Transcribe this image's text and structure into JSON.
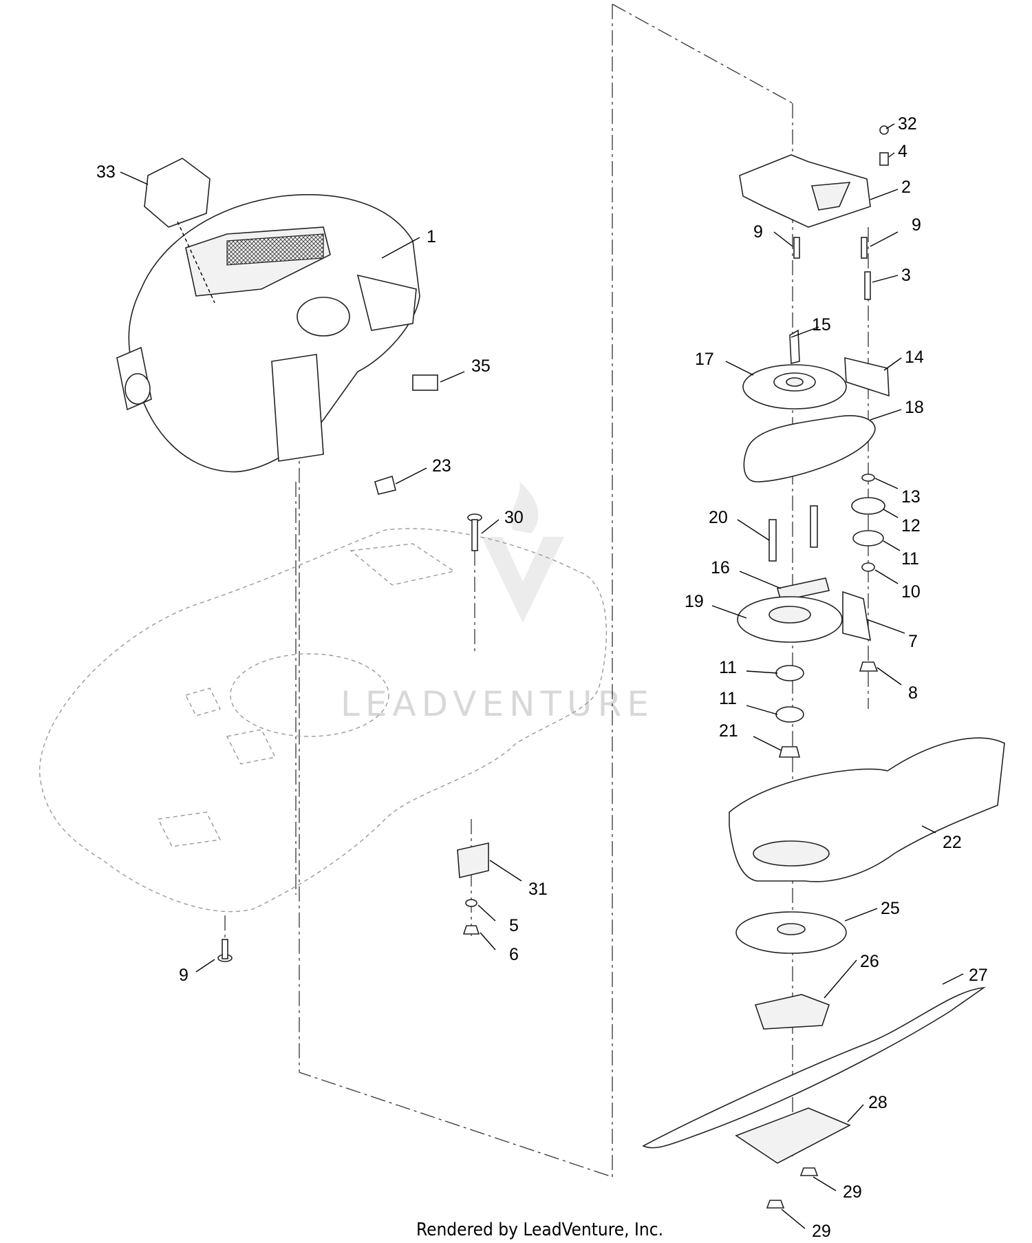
{
  "footer": {
    "text": "Rendered by LeadVenture, Inc."
  },
  "watermark": {
    "text": "LEADVENTURE"
  },
  "callouts": [
    {
      "id": "c33",
      "label": "33"
    },
    {
      "id": "c1",
      "label": "1"
    },
    {
      "id": "c35",
      "label": "35"
    },
    {
      "id": "c23",
      "label": "23"
    },
    {
      "id": "c30",
      "label": "30"
    },
    {
      "id": "c31",
      "label": "31"
    },
    {
      "id": "c5",
      "label": "5"
    },
    {
      "id": "c6",
      "label": "6"
    },
    {
      "id": "c9a",
      "label": "9"
    },
    {
      "id": "c32",
      "label": "32"
    },
    {
      "id": "c4",
      "label": "4"
    },
    {
      "id": "c2",
      "label": "2"
    },
    {
      "id": "c9b",
      "label": "9"
    },
    {
      "id": "c9c",
      "label": "9"
    },
    {
      "id": "c3",
      "label": "3"
    },
    {
      "id": "c15",
      "label": "15"
    },
    {
      "id": "c14",
      "label": "14"
    },
    {
      "id": "c17",
      "label": "17"
    },
    {
      "id": "c18",
      "label": "18"
    },
    {
      "id": "c13",
      "label": "13"
    },
    {
      "id": "c12",
      "label": "12"
    },
    {
      "id": "c20",
      "label": "20"
    },
    {
      "id": "c11a",
      "label": "11"
    },
    {
      "id": "c16",
      "label": "16"
    },
    {
      "id": "c10",
      "label": "10"
    },
    {
      "id": "c19",
      "label": "19"
    },
    {
      "id": "c7",
      "label": "7"
    },
    {
      "id": "c11b",
      "label": "11"
    },
    {
      "id": "c8",
      "label": "8"
    },
    {
      "id": "c11c",
      "label": "11"
    },
    {
      "id": "c21",
      "label": "21"
    },
    {
      "id": "c22",
      "label": "22"
    },
    {
      "id": "c25",
      "label": "25"
    },
    {
      "id": "c26",
      "label": "26"
    },
    {
      "id": "c27",
      "label": "27"
    },
    {
      "id": "c28",
      "label": "28"
    },
    {
      "id": "c29a",
      "label": "29"
    },
    {
      "id": "c29b",
      "label": "29"
    }
  ]
}
